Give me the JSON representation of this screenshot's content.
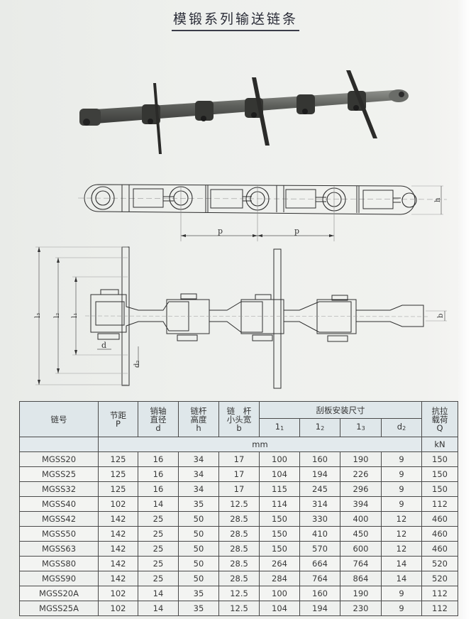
{
  "page": {
    "title": "模锻系列输送链条"
  },
  "figures": {
    "photo": {
      "description": "photo of forged conveyor chain with scraper flights"
    },
    "top_view": {
      "labels": {
        "pitch_left": "p",
        "pitch_right": "p",
        "height": "h"
      }
    },
    "side_view": {
      "labels": {
        "l3": "l₃",
        "l2": "l₂",
        "l1": "l₁",
        "d": "d",
        "d2": "d₂",
        "b": "b"
      }
    }
  },
  "table": {
    "headers": {
      "model": "链号",
      "pitch": {
        "line1": "节距",
        "line2": "P"
      },
      "pin_diameter": {
        "line1": "销轴",
        "line2": "直径",
        "line3": "d"
      },
      "link_height": {
        "line1": "链杆",
        "line2": "高度",
        "line3": "h"
      },
      "link_width": {
        "line1": "链　杆",
        "line2": "小头宽",
        "line3": "b"
      },
      "scraper_group": "刮板安装尺寸",
      "l1": {
        "base": "1",
        "sub": "1"
      },
      "l2": {
        "base": "1",
        "sub": "2"
      },
      "l3": {
        "base": "1",
        "sub": "3"
      },
      "d2": {
        "base": "d",
        "sub": "2"
      },
      "tensile": {
        "line1": "抗拉",
        "line2": "载荷",
        "line3": "Q"
      },
      "unit_mm": "mm",
      "unit_kn": "kN"
    },
    "rows": [
      {
        "model": "MGSS20",
        "P": "125",
        "d": "16",
        "h": "34",
        "b": "17",
        "l1": "100",
        "l2": "160",
        "l3": "190",
        "d2": "9",
        "Q": "150"
      },
      {
        "model": "MGSS25",
        "P": "125",
        "d": "16",
        "h": "34",
        "b": "17",
        "l1": "104",
        "l2": "194",
        "l3": "226",
        "d2": "9",
        "Q": "150"
      },
      {
        "model": "MGSS32",
        "P": "125",
        "d": "16",
        "h": "34",
        "b": "17",
        "l1": "115",
        "l2": "245",
        "l3": "296",
        "d2": "9",
        "Q": "150"
      },
      {
        "model": "MGSS40",
        "P": "102",
        "d": "14",
        "h": "35",
        "b": "12.5",
        "l1": "114",
        "l2": "314",
        "l3": "394",
        "d2": "9",
        "Q": "112"
      },
      {
        "model": "MGSS42",
        "P": "142",
        "d": "25",
        "h": "50",
        "b": "28.5",
        "l1": "150",
        "l2": "330",
        "l3": "400",
        "d2": "12",
        "Q": "460"
      },
      {
        "model": "MGSS50",
        "P": "142",
        "d": "25",
        "h": "50",
        "b": "28.5",
        "l1": "150",
        "l2": "410",
        "l3": "450",
        "d2": "12",
        "Q": "460"
      },
      {
        "model": "MGSS63",
        "P": "142",
        "d": "25",
        "h": "50",
        "b": "28.5",
        "l1": "150",
        "l2": "570",
        "l3": "600",
        "d2": "12",
        "Q": "460"
      },
      {
        "model": "MGSS80",
        "P": "142",
        "d": "25",
        "h": "50",
        "b": "28.5",
        "l1": "264",
        "l2": "664",
        "l3": "764",
        "d2": "14",
        "Q": "520"
      },
      {
        "model": "MGSS90",
        "P": "142",
        "d": "25",
        "h": "50",
        "b": "28.5",
        "l1": "284",
        "l2": "764",
        "l3": "864",
        "d2": "14",
        "Q": "520"
      },
      {
        "model": "MGSS20A",
        "P": "102",
        "d": "14",
        "h": "35",
        "b": "12.5",
        "l1": "100",
        "l2": "160",
        "l3": "190",
        "d2": "9",
        "Q": "112"
      },
      {
        "model": "MGSS25A",
        "P": "102",
        "d": "14",
        "h": "35",
        "b": "12.5",
        "l1": "104",
        "l2": "194",
        "l3": "230",
        "d2": "9",
        "Q": "112"
      }
    ]
  }
}
